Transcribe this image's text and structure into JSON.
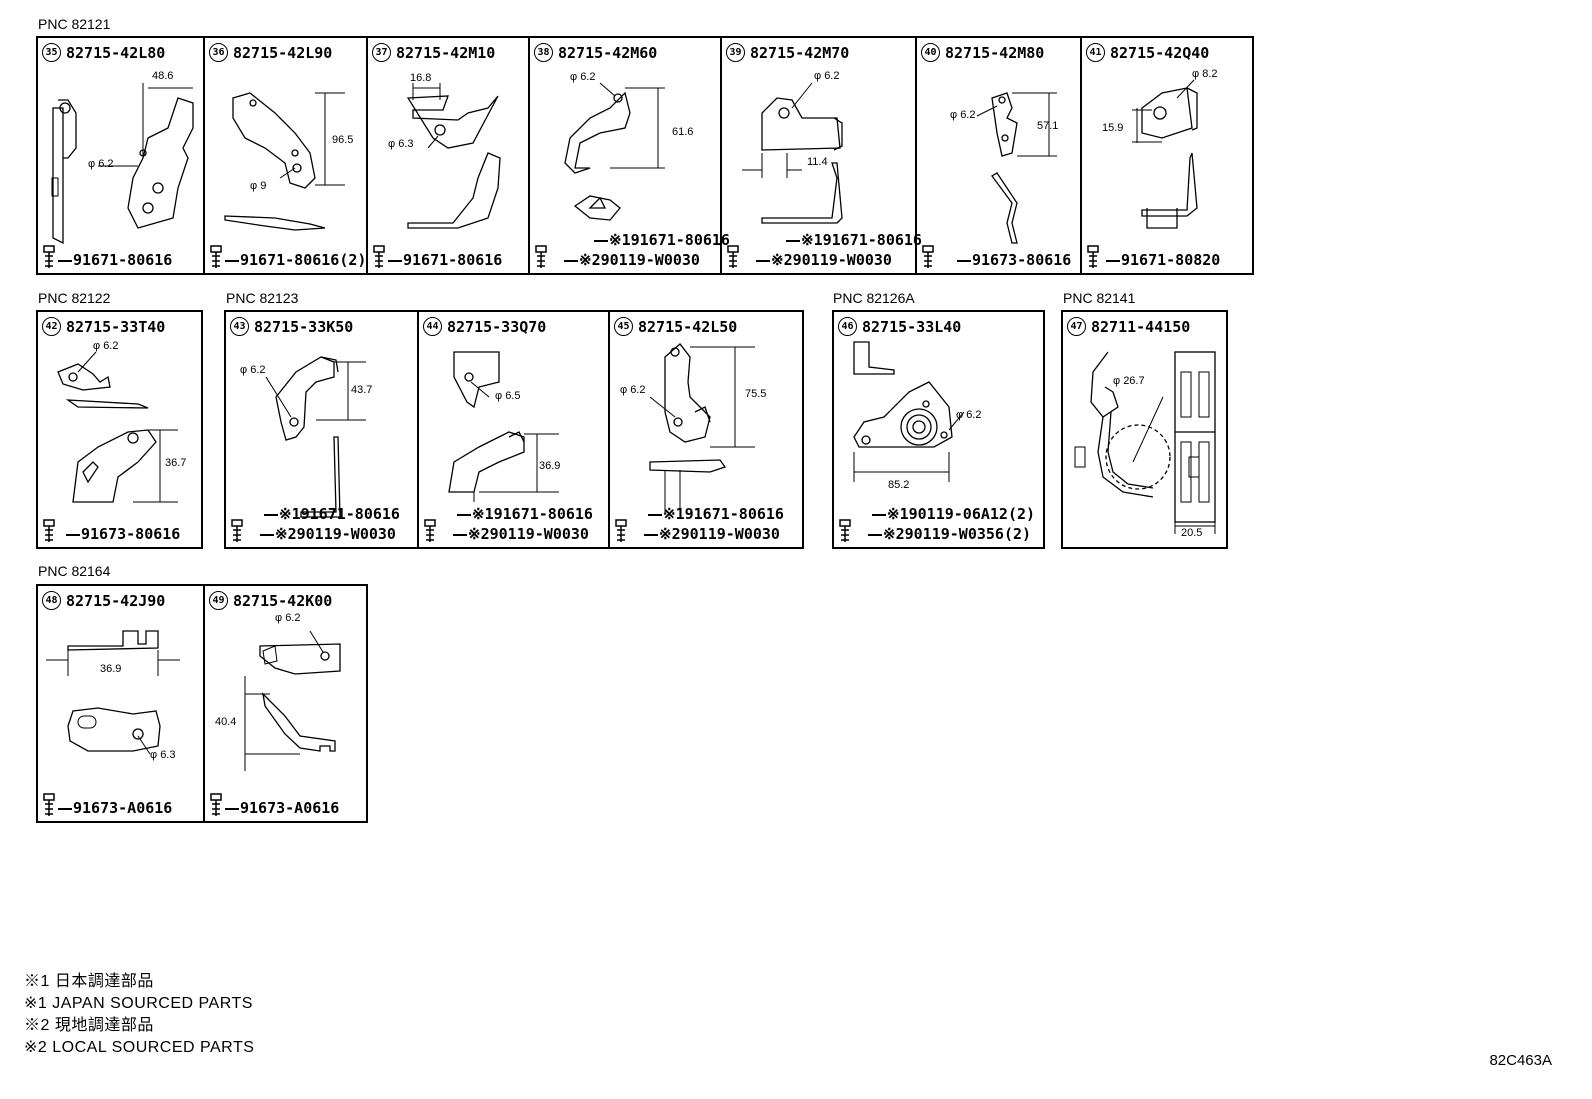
{
  "groups": [
    {
      "pnc": "PNC 82121",
      "items": [
        {
          "num": "35",
          "part": "82715-42L80",
          "fasteners": [
            "91671-80616"
          ],
          "dims": [
            "48.6",
            "φ 6.2"
          ]
        },
        {
          "num": "36",
          "part": "82715-42L90",
          "fasteners": [
            "91671-80616(2)"
          ],
          "dims": [
            "96.5",
            "φ 9"
          ]
        },
        {
          "num": "37",
          "part": "82715-42M10",
          "fasteners": [
            "91671-80616"
          ],
          "dims": [
            "16.8",
            "φ 6.3"
          ]
        },
        {
          "num": "38",
          "part": "82715-42M60",
          "fasteners": [
            "※191671-80616",
            "※290119-W0030"
          ],
          "dims": [
            "φ 6.2",
            "61.6"
          ]
        },
        {
          "num": "39",
          "part": "82715-42M70",
          "fasteners": [
            "※191671-80616",
            "※290119-W0030"
          ],
          "dims": [
            "φ 6.2",
            "11.4"
          ]
        },
        {
          "num": "40",
          "part": "82715-42M80",
          "fasteners": [
            "91673-80616"
          ],
          "dims": [
            "φ 6.2",
            "57.1"
          ]
        },
        {
          "num": "41",
          "part": "82715-42Q40",
          "fasteners": [
            "91671-80820"
          ],
          "dims": [
            "φ 8.2",
            "15.9"
          ]
        }
      ]
    },
    {
      "pnc": "PNC 82122",
      "items": [
        {
          "num": "42",
          "part": "82715-33T40",
          "fasteners": [
            "91673-80616"
          ],
          "dims": [
            "φ 6.2",
            "36.7"
          ]
        }
      ]
    },
    {
      "pnc": "PNC 82123",
      "items": [
        {
          "num": "43",
          "part": "82715-33K50",
          "fasteners": [
            "※191671-80616",
            "※290119-W0030"
          ],
          "dims": [
            "φ 6.2",
            "43.7"
          ]
        },
        {
          "num": "44",
          "part": "82715-33Q70",
          "fasteners": [
            "※191671-80616",
            "※290119-W0030"
          ],
          "dims": [
            "φ 6.5",
            "36.9"
          ]
        },
        {
          "num": "45",
          "part": "82715-42L50",
          "fasteners": [
            "※191671-80616",
            "※290119-W0030"
          ],
          "dims": [
            "φ 6.2",
            "75.5"
          ]
        }
      ]
    },
    {
      "pnc": "PNC 82126A",
      "items": [
        {
          "num": "46",
          "part": "82715-33L40",
          "fasteners": [
            "※190119-06A12(2)",
            "※290119-W0356(2)"
          ],
          "dims": [
            "φ 6.2",
            "85.2"
          ]
        }
      ]
    },
    {
      "pnc": "PNC 82141",
      "items": [
        {
          "num": "47",
          "part": "82711-44150",
          "fasteners": [],
          "dims": [
            "φ 26.7",
            "20.5"
          ]
        }
      ]
    },
    {
      "pnc": "PNC 82164",
      "items": [
        {
          "num": "48",
          "part": "82715-42J90",
          "fasteners": [
            "91673-A0616"
          ],
          "dims": [
            "36.9",
            "φ 6.3"
          ]
        },
        {
          "num": "49",
          "part": "82715-42K00",
          "fasteners": [
            "91673-A0616"
          ],
          "dims": [
            "φ 6.2",
            "40.4"
          ]
        }
      ]
    }
  ],
  "notes": [
    "※1 日本調達部品",
    "※1 JAPAN SOURCED PARTS",
    "※2 現地調達部品",
    "※2 LOCAL SOURCED PARTS"
  ],
  "diagram_code": "82C463A"
}
